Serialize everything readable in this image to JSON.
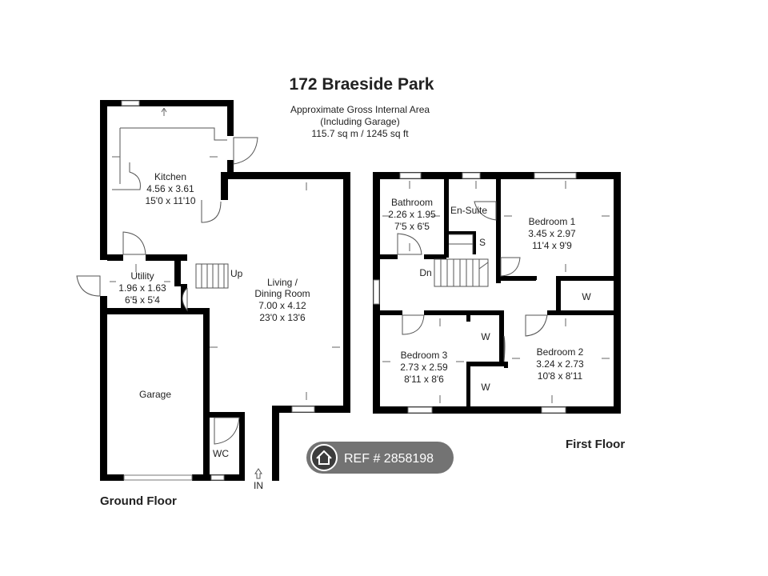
{
  "title": "172 Braeside Park",
  "area": {
    "line1": "Approximate Gross Internal Area",
    "line2": "(Including Garage)",
    "line3": "115.7 sq m / 1245 sq ft"
  },
  "floors": {
    "ground": "Ground Floor",
    "first": "First Floor"
  },
  "rooms": {
    "kitchen": {
      "name": "Kitchen",
      "metric": "4.56 x 3.61",
      "imperial": "15'0 x 11'10"
    },
    "living": {
      "name": "Living /",
      "name2": "Dining Room",
      "metric": "7.00 x 4.12",
      "imperial": "23'0 x 13'6"
    },
    "utility": {
      "name": "Utility",
      "metric": "1.96 x 1.63",
      "imperial": "6'5 x 5'4"
    },
    "garage": {
      "name": "Garage"
    },
    "wc": {
      "name": "WC"
    },
    "bathroom": {
      "name": "Bathroom",
      "metric": "2.26 x 1.95",
      "imperial": "7'5 x 6'5"
    },
    "ensuite": {
      "name": "En-Suite"
    },
    "bedroom1": {
      "name": "Bedroom 1",
      "metric": "3.45 x 2.97",
      "imperial": "11'4 x 9'9"
    },
    "bedroom2": {
      "name": "Bedroom 2",
      "metric": "3.24 x 2.73",
      "imperial": "10'8 x 8'11"
    },
    "bedroom3": {
      "name": "Bedroom 3",
      "metric": "2.73 x 2.59",
      "imperial": "8'11 x 8'6"
    }
  },
  "labels": {
    "up": "Up",
    "dn": "Dn",
    "in": "IN",
    "store_s": "S",
    "wardrobe_1": "W",
    "wardrobe_2": "W",
    "wardrobe_3": "W"
  },
  "ref": {
    "text": "REF # 2858198"
  },
  "icons": {
    "ref": "house-icon",
    "entrance": "up-arrow-icon"
  }
}
